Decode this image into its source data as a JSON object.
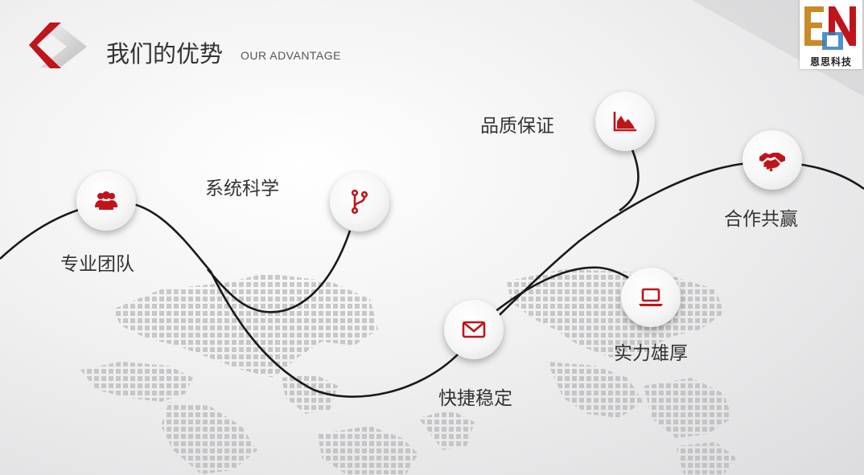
{
  "header": {
    "title": "我们的优势",
    "subtitle": "OUR ADVANTAGE"
  },
  "logo": {
    "company": "恩思科技",
    "letters": "EN"
  },
  "colors": {
    "accent": "#c0141b",
    "line": "#1a1a1a",
    "text": "#333333"
  },
  "advantages": [
    {
      "label": "专业团队",
      "icon": "team-icon"
    },
    {
      "label": "系统科学",
      "icon": "branch-icon"
    },
    {
      "label": "快捷稳定",
      "icon": "mail-icon"
    },
    {
      "label": "品质保证",
      "icon": "area-chart-icon"
    },
    {
      "label": "实力雄厚",
      "icon": "laptop-icon"
    },
    {
      "label": "合作共赢",
      "icon": "handshake-icon"
    }
  ]
}
